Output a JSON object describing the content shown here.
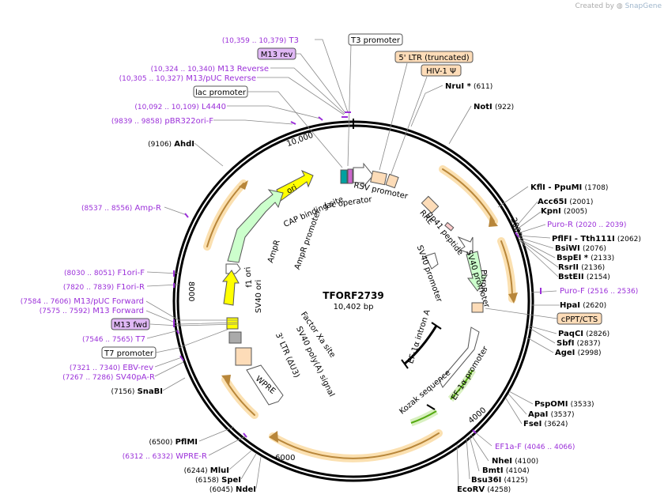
{
  "credit": {
    "prefix": "Created by",
    "brand": "SnapGene"
  },
  "plasmid": {
    "name": "TFORF2739",
    "size": "10,402 bp"
  },
  "ruler": [
    "10,000",
    "2000",
    "4000",
    "6000",
    "8000"
  ],
  "enzymes": [
    {
      "name": "NruI *",
      "pos": "(611)"
    },
    {
      "name": "NotI",
      "pos": "(922)"
    },
    {
      "name": "KflI  - PpuMI",
      "pos": "(1708)"
    },
    {
      "name": "Acc65I",
      "pos": "(2001)"
    },
    {
      "name": "KpnI",
      "pos": "(2005)"
    },
    {
      "name": "PflFI  - Tth111I",
      "pos": "(2062)"
    },
    {
      "name": "BsiWI",
      "pos": "(2076)"
    },
    {
      "name": "BspEI *",
      "pos": "(2133)"
    },
    {
      "name": "RsrII",
      "pos": "(2136)"
    },
    {
      "name": "BstEII",
      "pos": "(2154)"
    },
    {
      "name": "HpaI",
      "pos": "(2620)"
    },
    {
      "name": "PaqCI",
      "pos": "(2826)"
    },
    {
      "name": "SbfI",
      "pos": "(2837)"
    },
    {
      "name": "AgeI",
      "pos": "(2998)"
    },
    {
      "name": "PspOMI",
      "pos": "(3533)"
    },
    {
      "name": "ApaI",
      "pos": "(3537)"
    },
    {
      "name": "FseI",
      "pos": "(3624)"
    },
    {
      "name": "NheI",
      "pos": "(4100)"
    },
    {
      "name": "BmtI",
      "pos": "(4104)"
    },
    {
      "name": "Bsu36I",
      "pos": "(4125)"
    },
    {
      "name": "EcoRV",
      "pos": "(4258)"
    },
    {
      "name": "NdeI",
      "pos": "(6045)"
    },
    {
      "name": "SpeI",
      "pos": "(6158)"
    },
    {
      "name": "MluI",
      "pos": "(6244)"
    },
    {
      "name": "PflMI",
      "pos": "(6500)"
    },
    {
      "name": "SnaBI",
      "pos": "(7156)"
    },
    {
      "name": "AhdI",
      "pos": "(9106)"
    }
  ],
  "primers": [
    {
      "name": "T3",
      "range": "(10,359 .. 10,379)"
    },
    {
      "name": "M13 Reverse",
      "range": "(10,324 .. 10,340)"
    },
    {
      "name": "M13/pUC Reverse",
      "range": "(10,305 .. 10,327)"
    },
    {
      "name": "L4440",
      "range": "(10,092 .. 10,109)"
    },
    {
      "name": "pBR322ori-F",
      "range": "(9839 .. 9858)"
    },
    {
      "name": "Amp-R",
      "range": "(8537 .. 8556)"
    },
    {
      "name": "F1ori-F",
      "range": "(8030 .. 8051)"
    },
    {
      "name": "F1ori-R",
      "range": "(7820 .. 7839)"
    },
    {
      "name": "M13/pUC Forward",
      "range": "(7584 .. 7606)"
    },
    {
      "name": "M13 Forward",
      "range": "(7575 .. 7592)"
    },
    {
      "name": "T7",
      "range": "(7546 .. 7565)"
    },
    {
      "name": "EBV-rev",
      "range": "(7321 .. 7340)"
    },
    {
      "name": "SV40pA-R",
      "range": "(7267 .. 7286)"
    },
    {
      "name": "WPRE-R",
      "range": "(6312 .. 6332)"
    },
    {
      "name": "Puro-R",
      "range": "(2020 .. 2039)"
    },
    {
      "name": "Puro-F",
      "range": "(2516 .. 2536)"
    },
    {
      "name": "EF1a-F",
      "range": "(4046 .. 4066)"
    }
  ],
  "boxed_labels": [
    "M13 rev",
    "M13 fwd",
    "T3 promoter",
    "lac promoter",
    "T7 promoter"
  ],
  "feature_boxes": [
    "5' LTR (truncated)",
    "HIV-1 Ψ",
    "cPPT/CTS"
  ],
  "features": {
    "ori": "ori",
    "cap": "CAP binding site",
    "lacop": "lac operator",
    "rsv": "RSV promoter",
    "rre": "RRE",
    "gp41": "gp41 peptide",
    "sv40p1": "SV40 promoter",
    "sv40p2": "SV40 promoter",
    "puror": "PuroR",
    "ampr": "AmpR",
    "amprp": "AmpR promoter",
    "f1": "f1 ori",
    "sv40ori": "SV40 ori",
    "sv40pa": "SV40 poly(A) signal",
    "ltr3": "3' LTR (ΔU3)",
    "factorxa": "Factor Xa site",
    "wpre": "WPRE",
    "ef1intron": "EF-1α intron A",
    "ef1prom": "EF-1α promoter",
    "kozak": "Kozak sequence"
  },
  "colors": {
    "primer": "#9b30d9",
    "ori": "#ffff00",
    "ampr": "#ccffcc",
    "orf": "#f5a623",
    "ltr": "#fddcb8",
    "puror": "#ccffcc",
    "green_arrow": "#66bb22"
  }
}
